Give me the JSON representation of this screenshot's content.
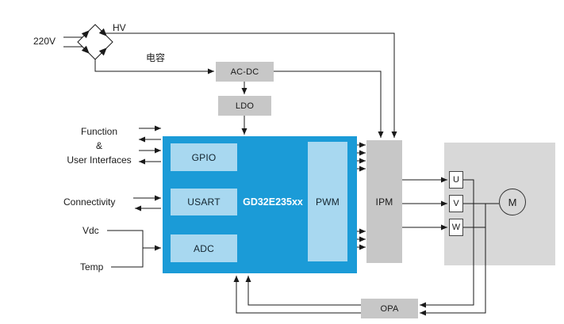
{
  "labels": {
    "v220": "220V",
    "hv": "HV",
    "capacitor": "电容",
    "function1": "Function",
    "function2": "&",
    "function3": "User Interfaces",
    "connectivity": "Connectivity",
    "vdc": "Vdc",
    "temp": "Temp"
  },
  "blocks": {
    "acdc": "AC-DC",
    "ldo": "LDO",
    "mcu": "GD32E235xx",
    "gpio": "GPIO",
    "usart": "USART",
    "adc": "ADC",
    "pwm": "PWM",
    "ipm": "IPM",
    "opa": "OPA",
    "phase_u": "U",
    "phase_v": "V",
    "phase_w": "W",
    "motor": "M"
  },
  "colors": {
    "mcu_blue": "#1b9bd7",
    "peripheral_blue": "#a8d8f0",
    "block_gray": "#c7c7c7",
    "motor_area_gray": "#d8d8d8",
    "wire_black": "#1a1a1a"
  }
}
